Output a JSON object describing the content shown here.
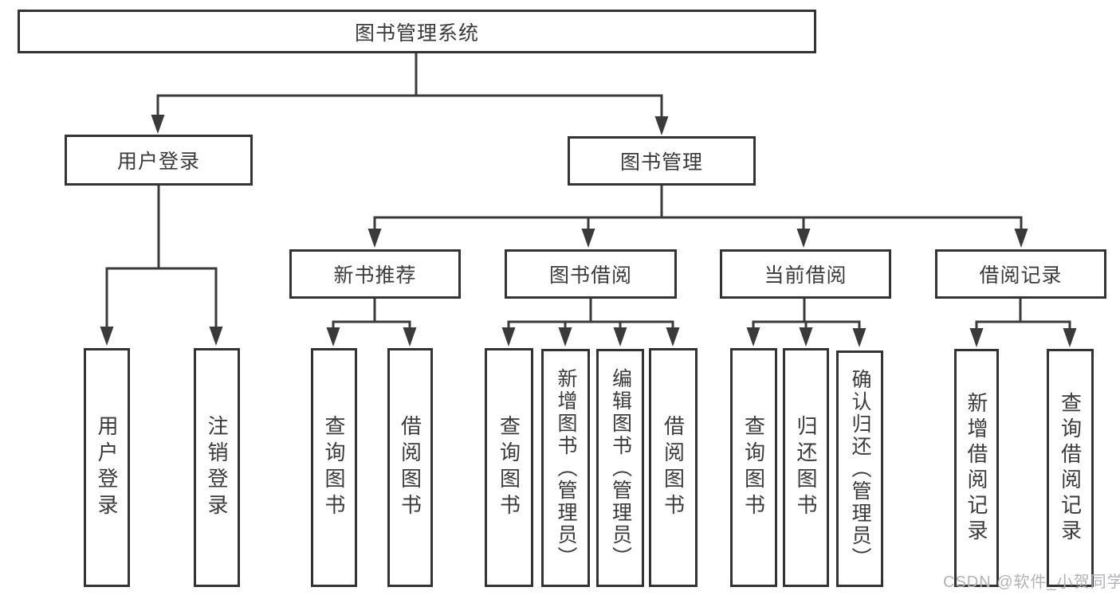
{
  "diagram_title": "图书管理系统",
  "structure": {
    "root": "图书管理系统",
    "children": [
      {
        "label": "用户登录",
        "children": [
          "用户登录",
          "注销登录"
        ]
      },
      {
        "label": "图书管理",
        "children": [
          {
            "label": "新书推荐",
            "children": [
              "查询图书",
              "借阅图书"
            ]
          },
          {
            "label": "图书借阅",
            "children": [
              "查询图书",
              "新增图书（管理员）",
              "编辑图书（管理员）",
              "借阅图书"
            ]
          },
          {
            "label": "当前借阅",
            "children": [
              "查询图书",
              "归还图书",
              "确认归还（管理员）"
            ]
          },
          {
            "label": "借阅记录",
            "children": [
              "新增借阅记录",
              "查询借阅记录"
            ]
          }
        ]
      }
    ]
  },
  "watermark": "CSDN @软件_小贺同学",
  "colors": {
    "line": "#3a3a3a",
    "box_border": "#333333",
    "box_fill": "#ffffff",
    "text": "#3a3a3a",
    "watermark": "#b3b3b7",
    "background": "#ffffff"
  }
}
